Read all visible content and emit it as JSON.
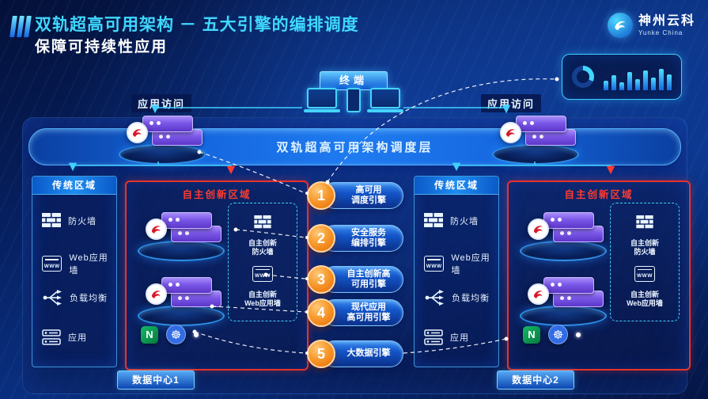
{
  "header": {
    "title": "双轨超高可用架构  －  五大引擎的编排调度",
    "subtitle": "保障可持续性应用",
    "logo": {
      "cn": "神州云科",
      "en": "Yunke China"
    }
  },
  "colors": {
    "accent_cyan": "#3fd8ff",
    "accent_red": "#e8332a",
    "engine_orange": "#f79a2e",
    "server_purple": "#7b57e8"
  },
  "terminal": {
    "label": "终端"
  },
  "access": {
    "left": "应用访问",
    "right": "应用访问"
  },
  "scheduler": {
    "label": "双轨超高可用架构调度层"
  },
  "engines": [
    {
      "num": "1",
      "label": "高可用\n调度引擎"
    },
    {
      "num": "2",
      "label": "安全服务\n编排引擎"
    },
    {
      "num": "3",
      "label": "自主创新高\n可用引擎"
    },
    {
      "num": "4",
      "label": "现代应用\n高可用引擎"
    },
    {
      "num": "5",
      "label": "大数据引擎"
    }
  ],
  "monitor": {
    "bars": [
      12,
      19,
      10,
      23,
      14,
      25,
      16,
      27,
      20
    ]
  },
  "icons": {
    "www": "WWW",
    "nginx": "N",
    "kubernetes": "☸"
  },
  "dc_left": {
    "traditional": {
      "title": "传统区域",
      "items": [
        "防火墙",
        "Web应用墙",
        "负载均衡",
        "应用"
      ]
    },
    "innovation": {
      "title": "自主创新区域",
      "firewall": "自主创新\n防火墙",
      "waf": "自主创新\nWeb应用墙"
    },
    "label": "数据中心1"
  },
  "dc_right": {
    "traditional": {
      "title": "传统区域",
      "items": [
        "防火墙",
        "Web应用墙",
        "负载均衡",
        "应用"
      ]
    },
    "innovation": {
      "title": "自主创新区域",
      "firewall": "自主创新\n防火墙",
      "waf": "自主创新\nWeb应用墙"
    },
    "label": "数据中心2"
  }
}
